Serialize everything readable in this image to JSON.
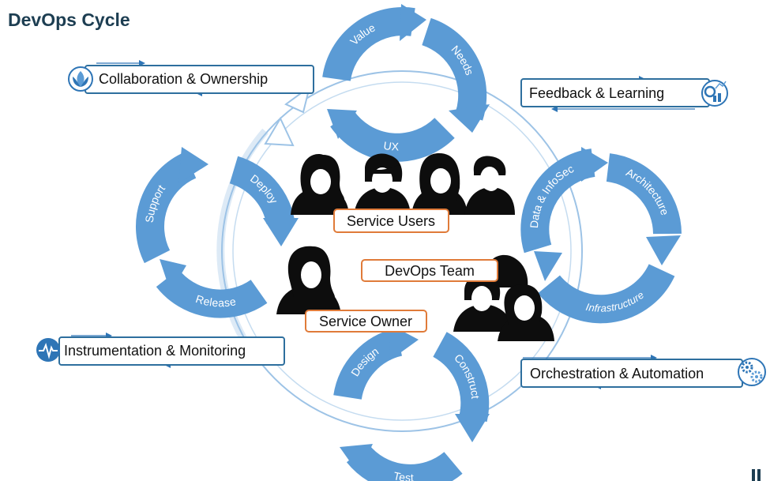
{
  "title": "DevOps Cycle",
  "colors": {
    "arrow_blue": "#5b9bd5",
    "box_border": "#2e6f9e",
    "orange_border": "#e07b39",
    "thin_arrow": "#2e75b6",
    "ring": "#9dc3e6",
    "figure": "#0d0d0d",
    "text": "#111111"
  },
  "cycles": {
    "top": [
      "Value",
      "Needs",
      "UX"
    ],
    "left": [
      "Support",
      "Deploy",
      "Release"
    ],
    "right": [
      "Data & InfoSec",
      "Architecture",
      "Infrastructure"
    ],
    "bottom": [
      "Design",
      "Construct",
      "Test"
    ]
  },
  "practices": {
    "collaboration": {
      "label": "Collaboration & Ownership",
      "icon": "lotus-icon"
    },
    "feedback": {
      "label": "Feedback & Learning",
      "icon": "chart-icon"
    },
    "instrumentation": {
      "label": "Instrumentation & Monitoring",
      "icon": "heartbeat-icon"
    },
    "orchestration": {
      "label": "Orchestration & Automation",
      "icon": "gears-icon"
    }
  },
  "groups": {
    "users": "Service Users",
    "team": "DevOps Team",
    "owner": "Service Owner"
  }
}
